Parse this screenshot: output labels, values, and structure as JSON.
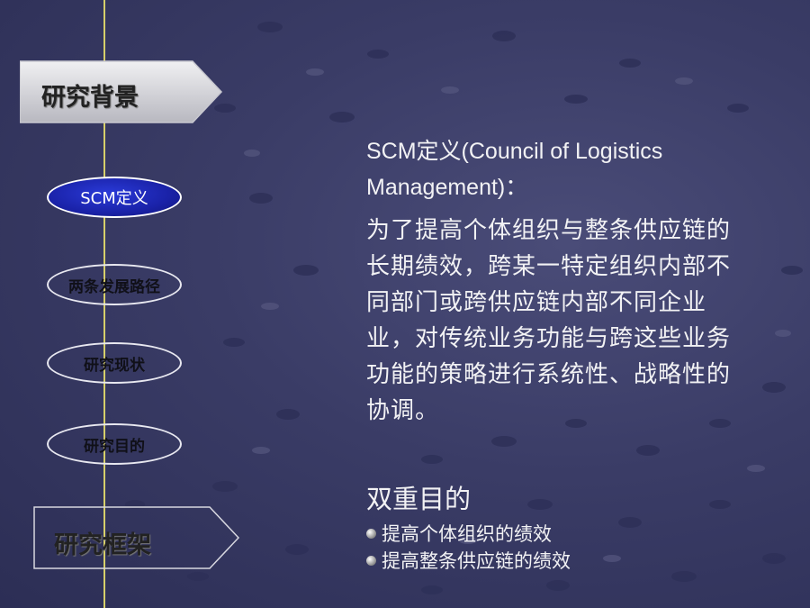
{
  "colors": {
    "background": "#3a3c66",
    "vertical_line": "#d6cf6a",
    "tab_fill": "#dcdce0",
    "active_oval": "#1a22a8",
    "text": "#f2f2f4"
  },
  "nav": {
    "top_tab": "研究背景",
    "bottom_tab": "研究框架",
    "items": [
      {
        "label": "SCM定义",
        "active": true
      },
      {
        "label": "两条发展路径",
        "active": false
      },
      {
        "label": "研究现状",
        "active": false
      },
      {
        "label": "研究目的",
        "active": false
      }
    ]
  },
  "content": {
    "definition_heading": "SCM定义(Council of Logistics Management)：",
    "definition_body": "为了提高个体组织与整条供应链的长期绩效，跨某一特定组织内部不同部门或跨供应链内部不同企业业，对传统业务功能与跨这些业务功能的策略进行系统性、战略性的协调。",
    "dual_goal_title": "双重目的",
    "goals": [
      "提高个体组织的绩效",
      "提高整条供应链的绩效"
    ],
    "bullet_icon": "sphere-bullet-icon"
  }
}
